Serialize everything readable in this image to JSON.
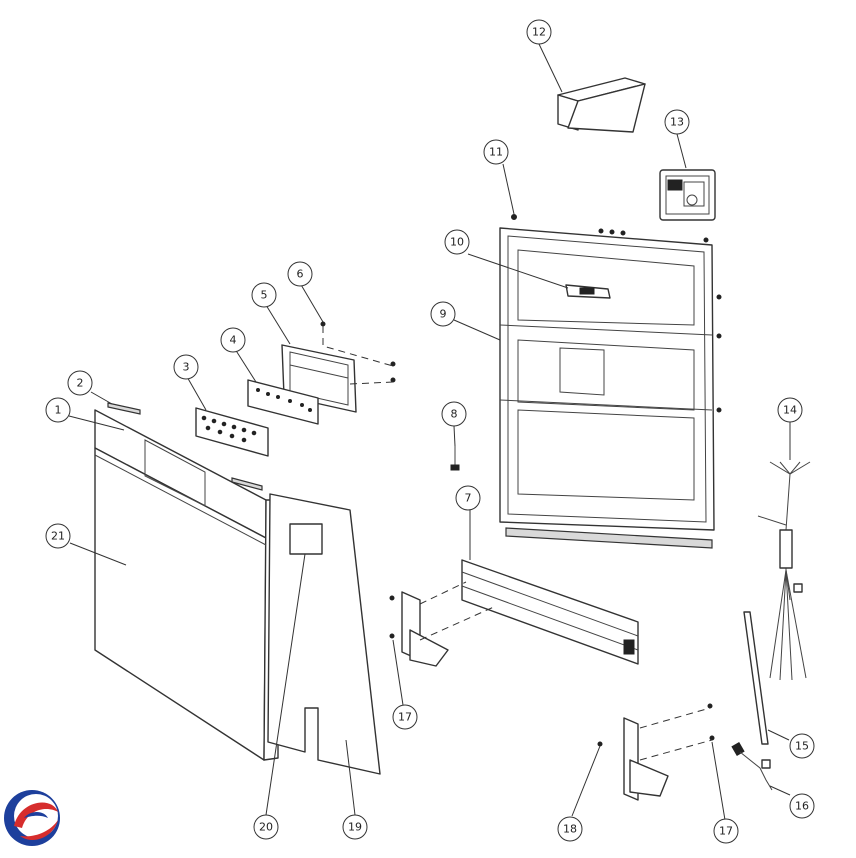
{
  "callouts": [
    {
      "id": "c1",
      "label": "1"
    },
    {
      "id": "c2",
      "label": "2"
    },
    {
      "id": "c3",
      "label": "3"
    },
    {
      "id": "c4",
      "label": "4"
    },
    {
      "id": "c5",
      "label": "5"
    },
    {
      "id": "c6",
      "label": "6"
    },
    {
      "id": "c7",
      "label": "7"
    },
    {
      "id": "c8",
      "label": "8"
    },
    {
      "id": "c9",
      "label": "9"
    },
    {
      "id": "c10",
      "label": "10"
    },
    {
      "id": "c11",
      "label": "11"
    },
    {
      "id": "c12",
      "label": "12"
    },
    {
      "id": "c13",
      "label": "13"
    },
    {
      "id": "c14",
      "label": "14"
    },
    {
      "id": "c15",
      "label": "15"
    },
    {
      "id": "c16",
      "label": "16"
    },
    {
      "id": "c17a",
      "label": "17"
    },
    {
      "id": "c17b",
      "label": "17"
    },
    {
      "id": "c18",
      "label": "18"
    },
    {
      "id": "c19",
      "label": "19"
    },
    {
      "id": "c20",
      "label": "20"
    },
    {
      "id": "c21",
      "label": "21"
    }
  ],
  "colors": {
    "line": "#333333",
    "logo_red": "#d62d2d",
    "logo_blue": "#1d3f9c"
  },
  "logo": {
    "icon": "brand-swirl-logo"
  }
}
